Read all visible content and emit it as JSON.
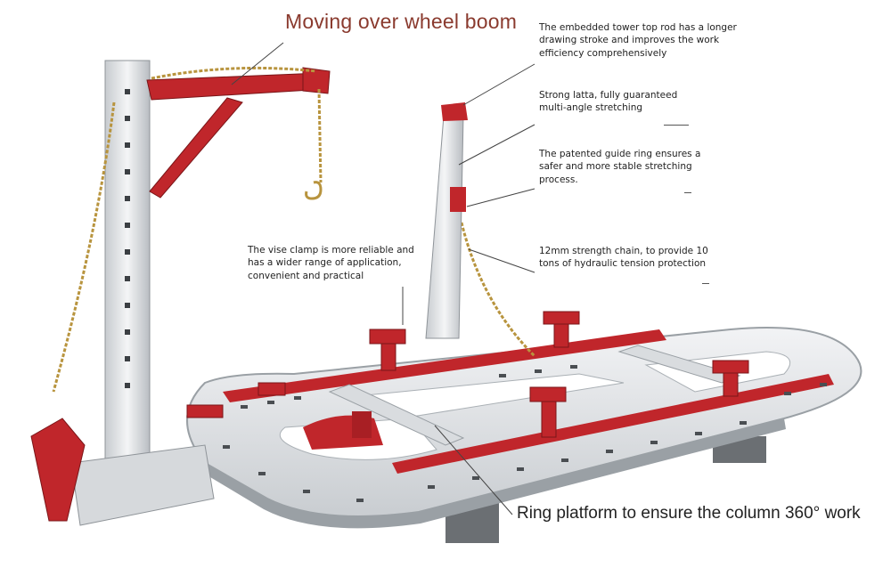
{
  "colors": {
    "frame_red": "#c0262b",
    "steel": "#dfe2e5",
    "title_text": "#8a3a2e"
  },
  "callouts": {
    "moving_wheel_boom": "Moving over wheel boom",
    "tower_top_rod": [
      "The embedded tower top rod has a longer",
      "drawing stroke and improves the work",
      "efficiency comprehensively"
    ],
    "strong_latta": [
      "Strong latta, fully guaranteed",
      "multi-angle stretching"
    ],
    "guide_ring": [
      "The patented guide ring ensures a",
      "safer and more stable stretching",
      "process."
    ],
    "strength_chain": [
      "12mm strength chain, to provide 10",
      "tons of hydraulic tension protection"
    ],
    "vise_clamp": [
      "The vise clamp is more reliable and",
      "has a wider range of application,",
      "convenient and practical"
    ],
    "ring_platform": "Ring platform to ensure the column 360° work"
  }
}
